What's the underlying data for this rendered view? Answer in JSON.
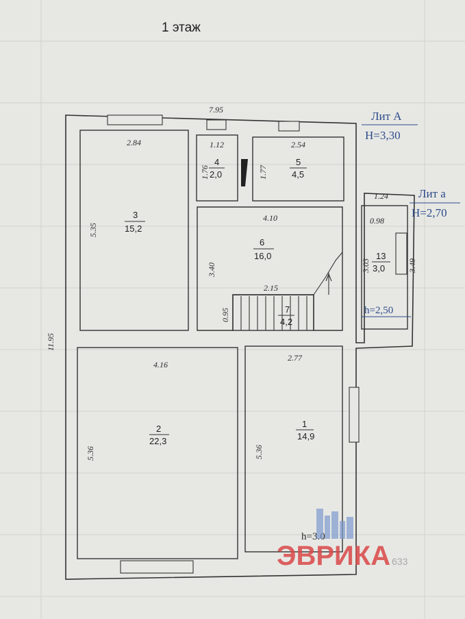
{
  "title": "1 этаж",
  "lit_a": {
    "name": "Лит А",
    "height": "Н=3,30"
  },
  "lit_a_small": {
    "name": "Лит а",
    "height": "Н=2,70"
  },
  "annex_height": "h=2,50",
  "floor_height": "h=3.0",
  "dimensions": {
    "total_width": "7.95",
    "total_height": "11.95",
    "annex_width": "1.24",
    "annex_height": "3.49"
  },
  "rooms": [
    {
      "id": "room-1",
      "number": "1",
      "area": "14,9",
      "width": "2.77",
      "height": "5.36"
    },
    {
      "id": "room-2",
      "number": "2",
      "area": "22,3",
      "width": "4.16",
      "height": "5.36"
    },
    {
      "id": "room-3",
      "number": "3",
      "area": "15,2",
      "width": "2.84",
      "height": "5.35"
    },
    {
      "id": "room-4",
      "number": "4",
      "area": "2,0",
      "width": "1.12",
      "height": "1.76"
    },
    {
      "id": "room-5",
      "number": "5",
      "area": "4,5",
      "width": "2.54",
      "height": "1.77"
    },
    {
      "id": "room-6",
      "number": "6",
      "area": "16,0",
      "width": "4.10",
      "height": "3.40"
    },
    {
      "id": "room-7",
      "number": "7",
      "area": "4,2",
      "width": "2.15",
      "height": "0.95"
    },
    {
      "id": "room-13",
      "number": "13",
      "area": "3,0",
      "width": "0.98",
      "height": "3.03"
    }
  ],
  "watermark": {
    "brand": "ЭВРИКА",
    "code": "633"
  },
  "colors": {
    "background": "#e7e8e4",
    "lines": "#333333",
    "label_blue": "#2d4a8a",
    "watermark_red": "#d94848"
  }
}
